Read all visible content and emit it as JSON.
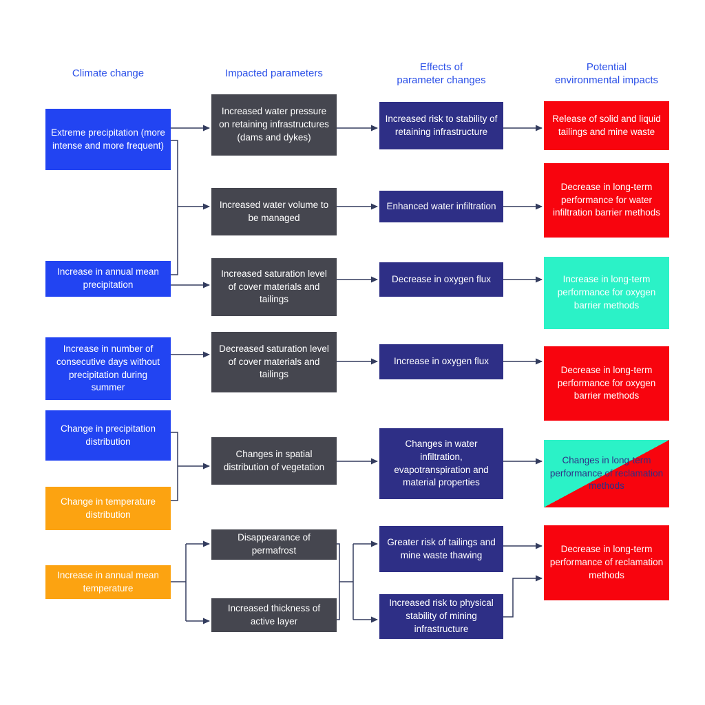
{
  "diagram": {
    "columns": [
      {
        "header": "Climate change",
        "items": [
          {
            "id": "extreme-precipitation",
            "label": "Extreme precipitation (more intense and more frequent)",
            "variant": "blue"
          },
          {
            "id": "annual-mean-precipitation",
            "label": "Increase in annual mean precipitation",
            "variant": "blue"
          },
          {
            "id": "consecutive-dry-days",
            "label": "Increase in number of consecutive days without precipitation during summer",
            "variant": "blue"
          },
          {
            "id": "precipitation-distribution",
            "label": "Change in precipitation distribution",
            "variant": "blue"
          },
          {
            "id": "temperature-distribution",
            "label": "Change in temperature distribution",
            "variant": "orange"
          },
          {
            "id": "annual-mean-temperature",
            "label": "Increase in annual mean temperature",
            "variant": "orange"
          }
        ]
      },
      {
        "header": "Impacted parameters",
        "items": [
          {
            "id": "water-pressure-retaining",
            "label": "Increased water pressure on retaining infrastructures (dams and dykes)",
            "variant": "gray"
          },
          {
            "id": "water-volume",
            "label": "Increased water volume to be managed",
            "variant": "gray"
          },
          {
            "id": "increased-saturation",
            "label": "Increased saturation level of cover materials and tailings",
            "variant": "gray"
          },
          {
            "id": "decreased-saturation",
            "label": "Decreased saturation level of cover materials and tailings",
            "variant": "gray"
          },
          {
            "id": "vegetation-distribution",
            "label": "Changes in spatial distribution of vegetation",
            "variant": "gray"
          },
          {
            "id": "permafrost-disappearance",
            "label": "Disappearance of permafrost",
            "variant": "gray"
          },
          {
            "id": "active-layer-thickness",
            "label": "Increased thickness of active layer",
            "variant": "gray"
          }
        ]
      },
      {
        "header": "Effects of\nparameter changes",
        "items": [
          {
            "id": "retaining-stability-risk",
            "label": "Increased risk to stability of retaining infrastructure",
            "variant": "navy"
          },
          {
            "id": "enhanced-infiltration",
            "label": "Enhanced water infiltration",
            "variant": "navy"
          },
          {
            "id": "decreased-oxygen-flux",
            "label": "Decrease in oxygen flux",
            "variant": "navy"
          },
          {
            "id": "increased-oxygen-flux",
            "label": "Increase in oxygen flux",
            "variant": "navy"
          },
          {
            "id": "water-material-changes",
            "label": "Changes in water infiltration, evapotranspiration and material properties",
            "variant": "navy"
          },
          {
            "id": "thawing-risk",
            "label": "Greater risk of tailings and mine waste thawing",
            "variant": "navy"
          },
          {
            "id": "physical-stability-risk",
            "label": "Increased risk to physical stability of mining infrastructure",
            "variant": "navy"
          }
        ]
      },
      {
        "header": "Potential\nenvironmental impacts",
        "items": [
          {
            "id": "tailings-release",
            "label": "Release of solid and liquid tailings and mine waste",
            "variant": "red"
          },
          {
            "id": "water-barrier-decrease",
            "label": "Decrease in long-term performance for water infiltration barrier methods",
            "variant": "red"
          },
          {
            "id": "oxygen-barrier-increase",
            "label": "Increase in long-term performance for oxygen barrier methods",
            "variant": "teal"
          },
          {
            "id": "oxygen-barrier-decrease",
            "label": "Decrease in long-term performance for oxygen barrier methods",
            "variant": "red"
          },
          {
            "id": "reclamation-changes",
            "label": "Changes in long-term performance of reclamation methods",
            "variant": "teal-red"
          },
          {
            "id": "reclamation-decrease",
            "label": "Decrease in long-term performance of reclamation methods",
            "variant": "red"
          }
        ]
      }
    ],
    "edges": [
      {
        "from": "extreme-precipitation",
        "to": "water-pressure-retaining"
      },
      {
        "from": "extreme-precipitation",
        "to": "water-volume"
      },
      {
        "from": "annual-mean-precipitation",
        "to": "water-volume"
      },
      {
        "from": "annual-mean-precipitation",
        "to": "increased-saturation"
      },
      {
        "from": "consecutive-dry-days",
        "to": "decreased-saturation"
      },
      {
        "from": "precipitation-distribution",
        "to": "vegetation-distribution"
      },
      {
        "from": "temperature-distribution",
        "to": "vegetation-distribution"
      },
      {
        "from": "annual-mean-temperature",
        "to": "permafrost-disappearance"
      },
      {
        "from": "annual-mean-temperature",
        "to": "active-layer-thickness"
      },
      {
        "from": "water-pressure-retaining",
        "to": "retaining-stability-risk"
      },
      {
        "from": "water-volume",
        "to": "enhanced-infiltration"
      },
      {
        "from": "increased-saturation",
        "to": "decreased-oxygen-flux"
      },
      {
        "from": "decreased-saturation",
        "to": "increased-oxygen-flux"
      },
      {
        "from": "vegetation-distribution",
        "to": "water-material-changes"
      },
      {
        "from": "permafrost-disappearance",
        "to": "thawing-risk"
      },
      {
        "from": "permafrost-disappearance",
        "to": "physical-stability-risk"
      },
      {
        "from": "active-layer-thickness",
        "to": "thawing-risk"
      },
      {
        "from": "active-layer-thickness",
        "to": "physical-stability-risk"
      },
      {
        "from": "retaining-stability-risk",
        "to": "tailings-release"
      },
      {
        "from": "enhanced-infiltration",
        "to": "water-barrier-decrease"
      },
      {
        "from": "decreased-oxygen-flux",
        "to": "oxygen-barrier-increase"
      },
      {
        "from": "increased-oxygen-flux",
        "to": "oxygen-barrier-decrease"
      },
      {
        "from": "water-material-changes",
        "to": "reclamation-changes"
      },
      {
        "from": "thawing-risk",
        "to": "reclamation-decrease"
      },
      {
        "from": "physical-stability-risk",
        "to": "reclamation-decrease"
      }
    ]
  },
  "colors": {
    "climate_blue": "#2244F2",
    "climate_orange": "#FCA311",
    "parameter_gray": "#45464F",
    "effect_navy": "#2E2F86",
    "impact_red": "#F8040E",
    "impact_teal": "#2BF2C7",
    "header_text": "#2B50E8",
    "connector": "#333C5E"
  }
}
